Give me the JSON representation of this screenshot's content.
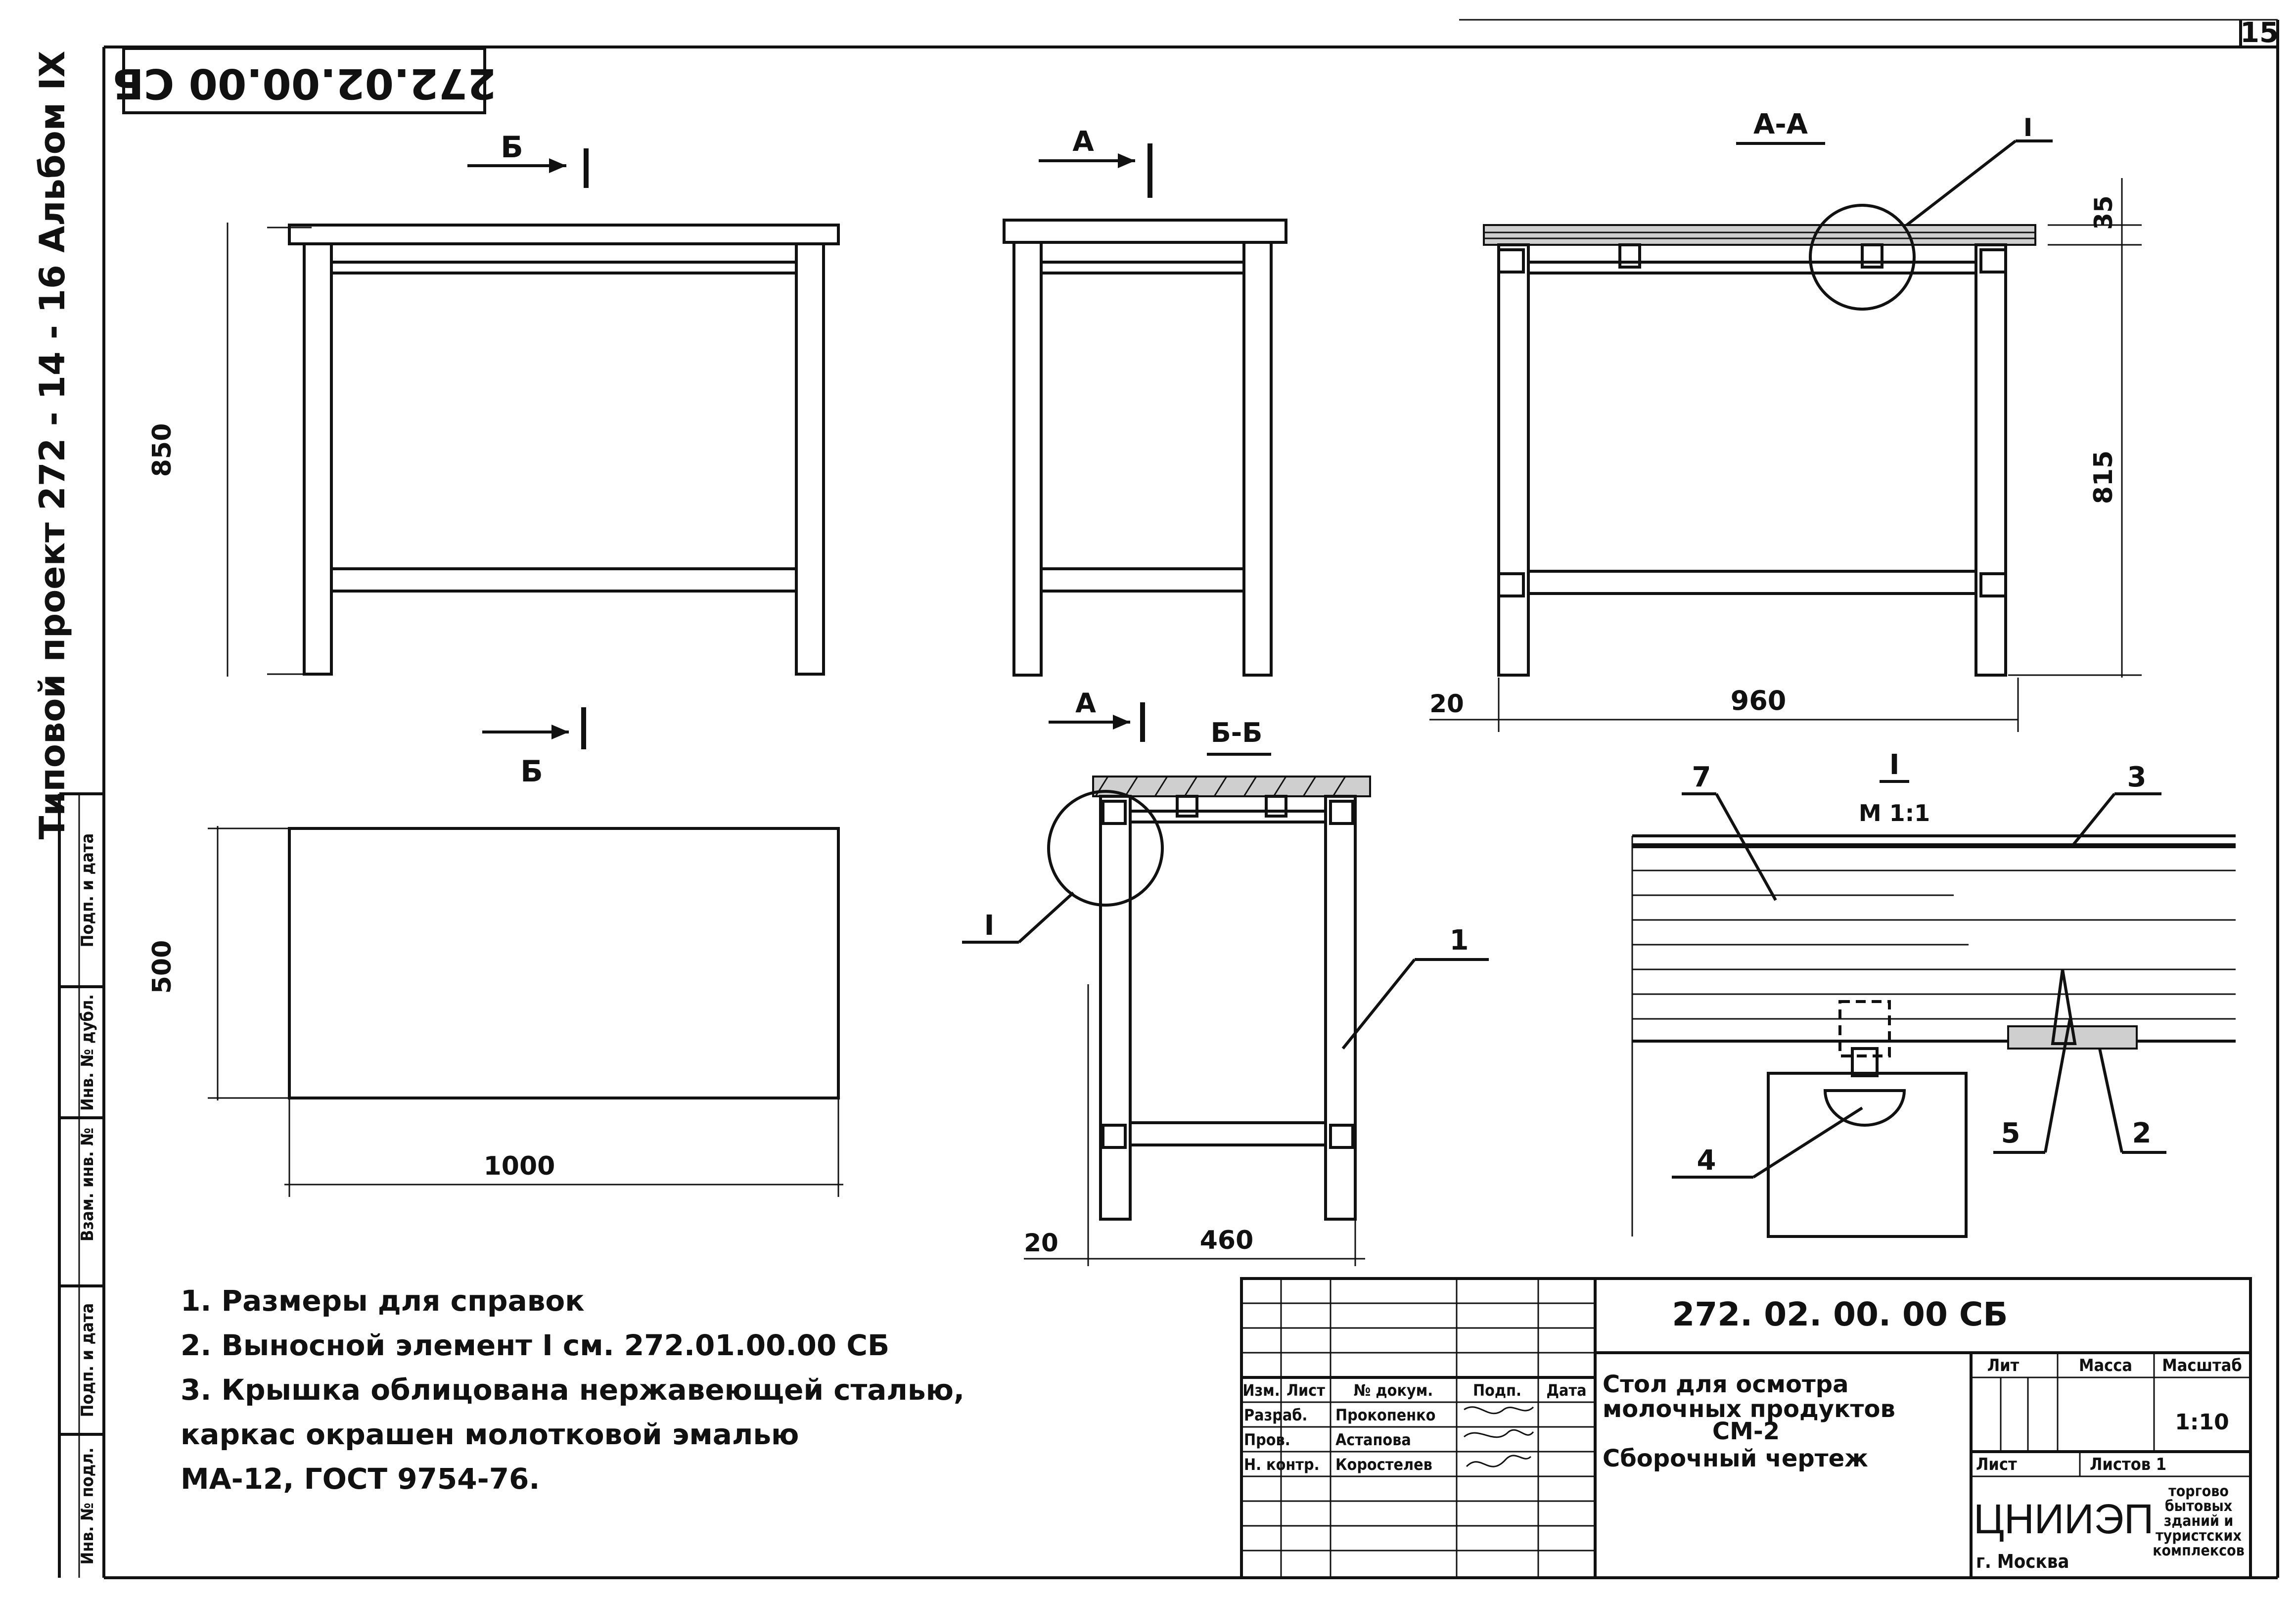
{
  "sheet": {
    "sheet_number": "15",
    "top_stamp": "272.02.00.00 СБ",
    "side_title": "Типовой проект  272 - 14 - 16  Альбом IX",
    "side_cells": [
      "Взам. инв. №",
      "Инв. № дубл.",
      "Подп. и дата",
      "Инв. № подл.",
      "Подп. и дата"
    ]
  },
  "views": {
    "front": {
      "section_mark": "Б",
      "height_dim": "850"
    },
    "side": {
      "section_mark": "А"
    },
    "section_aa": {
      "title": "А-А",
      "detail_label": "I",
      "top_dim": "35",
      "height_dim": "815",
      "width_dim": "960",
      "offset_dim": "20"
    },
    "plan": {
      "section_mark": "Б",
      "depth_dim": "500",
      "width_dim": "1000"
    },
    "section_bb": {
      "title": "Б-Б",
      "section_mark": "А",
      "detail_label": "I",
      "leader_label": "1",
      "width_dim": "460",
      "offset_dim": "20"
    },
    "detail": {
      "title": "I",
      "scale": "М 1:1",
      "labels": [
        "7",
        "3",
        "5",
        "2",
        "4"
      ]
    }
  },
  "notes": [
    "1. Размеры для справок",
    "2. Выносной элемент  I  см. 272.01.00.00 СБ",
    "3. Крышка облицована нержавеющей сталью,",
    "каркас окрашен молотковой эмалью",
    "МА-12, ГОСТ 9754-76."
  ],
  "title_block": {
    "code": "272. 02. 00. 00 СБ",
    "header": [
      "Изм.",
      "Лист",
      "№ докум.",
      "Подп.",
      "Дата"
    ],
    "roles": [
      {
        "role": "Разраб.",
        "name": "Прокопенко"
      },
      {
        "role": "Пров.",
        "name": "Астапова"
      },
      {
        "role": "Н. контр.",
        "name": "Коростелев"
      }
    ],
    "title_lines": [
      "Стол для осмотра",
      "молочных продуктов",
      "СМ-2",
      "Сборочный чертеж"
    ],
    "lit_label": "Лит",
    "mass_label": "Масса",
    "scale_label": "Масштаб",
    "scale_value": "1:10",
    "sheet_label": "Лист",
    "sheets_label": "Листов 1",
    "org": "ЦНИИЭП",
    "city": "г. Москва",
    "org_desc": [
      "торгово",
      "бытовых",
      "зданий и",
      "туристских",
      "комплексов"
    ]
  }
}
